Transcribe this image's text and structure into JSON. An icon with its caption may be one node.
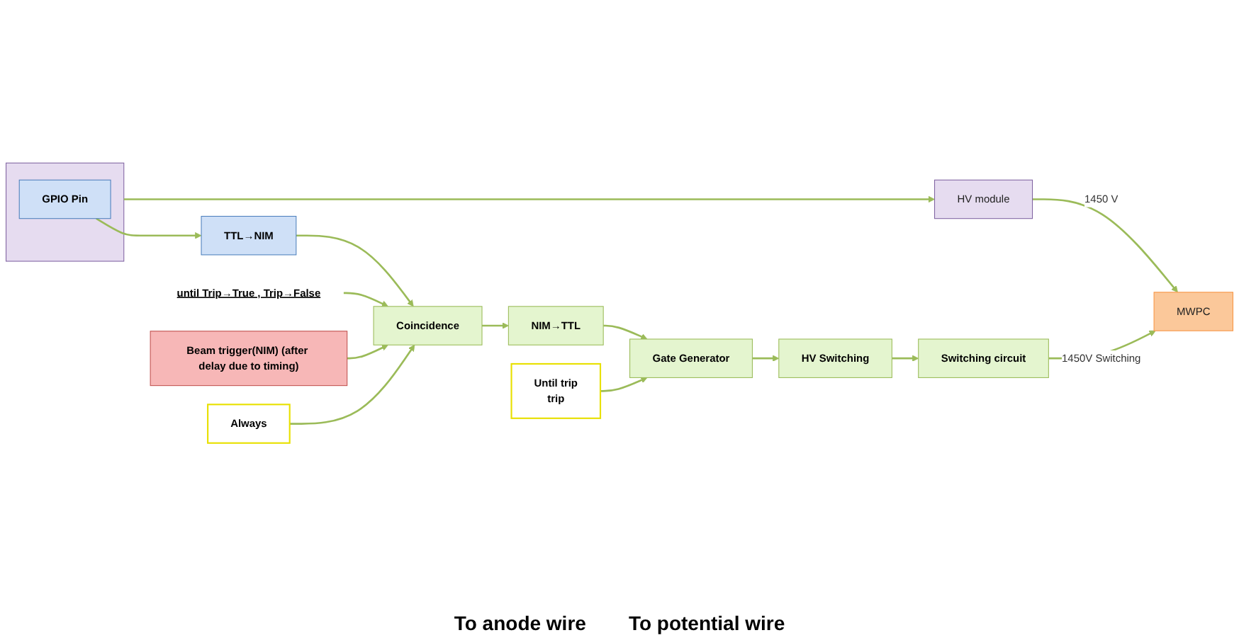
{
  "diagram": {
    "nodes": [
      {
        "text": [],
        "shape": "box"
      },
      {
        "text": [
          "GPIO Pin"
        ],
        "in": 0
      },
      {
        "text": [
          "HV module"
        ]
      },
      {
        "text": [
          "MWPC"
        ]
      },
      {
        "text": [
          "TTL→NIM"
        ]
      },
      {
        "text": [
          "Coincidence"
        ]
      },
      {
        "text": [
          "Beam trigger(NIM) (after delay due to timing)"
        ]
      },
      {
        "text": [
          "Always"
        ]
      },
      {
        "text": [
          "NIM→TTL"
        ]
      },
      {
        "text": [
          "Gate Generator"
        ]
      },
      {
        "text": [
          "HV Switching"
        ]
      },
      {
        "text": [
          "Switching circuit"
        ]
      },
      {
        "text": [
          "Until trip",
          "trip"
        ]
      },
      {
        "text": [
          "until Trip→True , Trip→False"
        ]
      }
    ],
    "edges": [
      {
        "from": 0,
        "to": 2,
        "arrow": "to"
      },
      {
        "from": 2,
        "to": 3,
        "arrow": "to",
        "label": "1450 V"
      },
      {
        "from": 1,
        "to": 4,
        "arrow": "to"
      },
      {
        "from": 4,
        "to": 5,
        "arrow": "to"
      },
      {
        "from": 13,
        "to": 5,
        "arrow": "to"
      },
      {
        "from": 6,
        "to": 5,
        "arrow": "to"
      },
      {
        "from": 7,
        "to": 5,
        "arrow": "to"
      },
      {
        "from": 5,
        "to": 8,
        "arrow": "to"
      },
      {
        "from": 8,
        "to": 9,
        "arrow": "to"
      },
      {
        "from": 12,
        "to": 9,
        "arrow": "to"
      },
      {
        "from": 9,
        "to": 10,
        "arrow": "to"
      },
      {
        "from": 10,
        "to": 11,
        "arrow": "to"
      },
      {
        "from": 11,
        "to": 3,
        "arrow": "to",
        "label": "1450V Switching"
      }
    ],
    "labels": [
      "To anode wire",
      "To potential wire"
    ]
  }
}
